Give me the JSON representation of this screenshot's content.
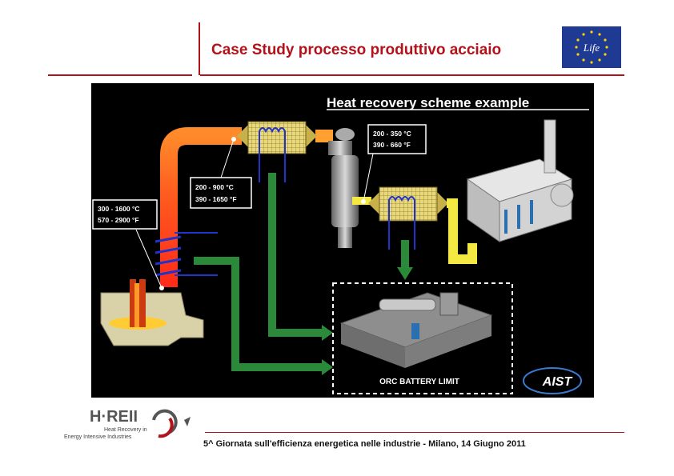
{
  "header": {
    "title": "Case Study processo produttivo acciaio",
    "accent_color": "#b3121b"
  },
  "eu_logo": {
    "text": "Life"
  },
  "diagram": {
    "heading": "Heat recovery scheme example",
    "labels": {
      "furnace": [
        "300 - 1600 °C",
        "570 - 2900 °F"
      ],
      "duct": [
        "200 - 900 °C",
        "390 - 1650 °F"
      ],
      "stack": [
        "200 - 350 °C",
        "390 - 660 °F"
      ]
    },
    "battery_limit": "ORC BATTERY LIMIT",
    "aist_logo": "AIST",
    "colors": {
      "hot_duct": "#ff5a1f",
      "mid_duct": "#ff9a2a",
      "cool_duct": "#f4e842",
      "heat_arrow": "#2a8a3a",
      "coil": "#2233cc"
    }
  },
  "hreil_logo": {
    "name": "H·REII",
    "tagline_1": "Heat Recovery in",
    "tagline_2": "Energy Intensive Industries"
  },
  "footer": {
    "text": "5^ Giornata sull'efficienza energetica nelle industrie - Milano, 14 Giugno 2011"
  }
}
